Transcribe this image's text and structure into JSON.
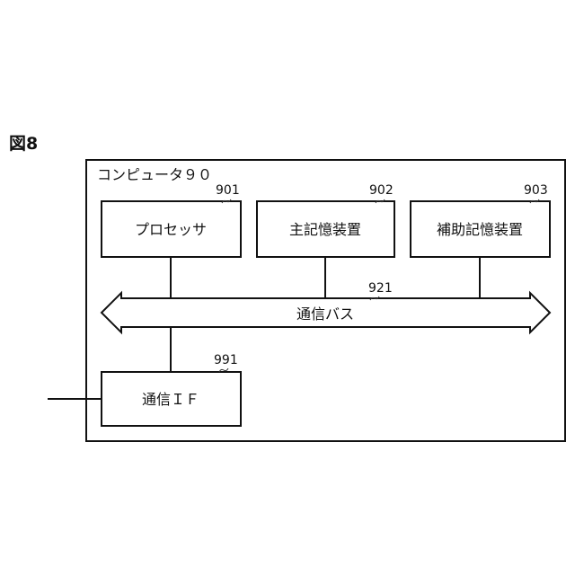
{
  "figure": {
    "label": "図8"
  },
  "computer": {
    "label": "コンピュータ９０"
  },
  "processor": {
    "label": "プロセッサ",
    "ref": "901"
  },
  "main_storage": {
    "label": "主記憶装置",
    "ref": "902"
  },
  "aux_storage": {
    "label": "補助記憶装置",
    "ref": "903"
  },
  "bus": {
    "label": "通信バス",
    "ref": "921"
  },
  "comm_if": {
    "label": "通信ＩＦ",
    "ref": "991"
  }
}
